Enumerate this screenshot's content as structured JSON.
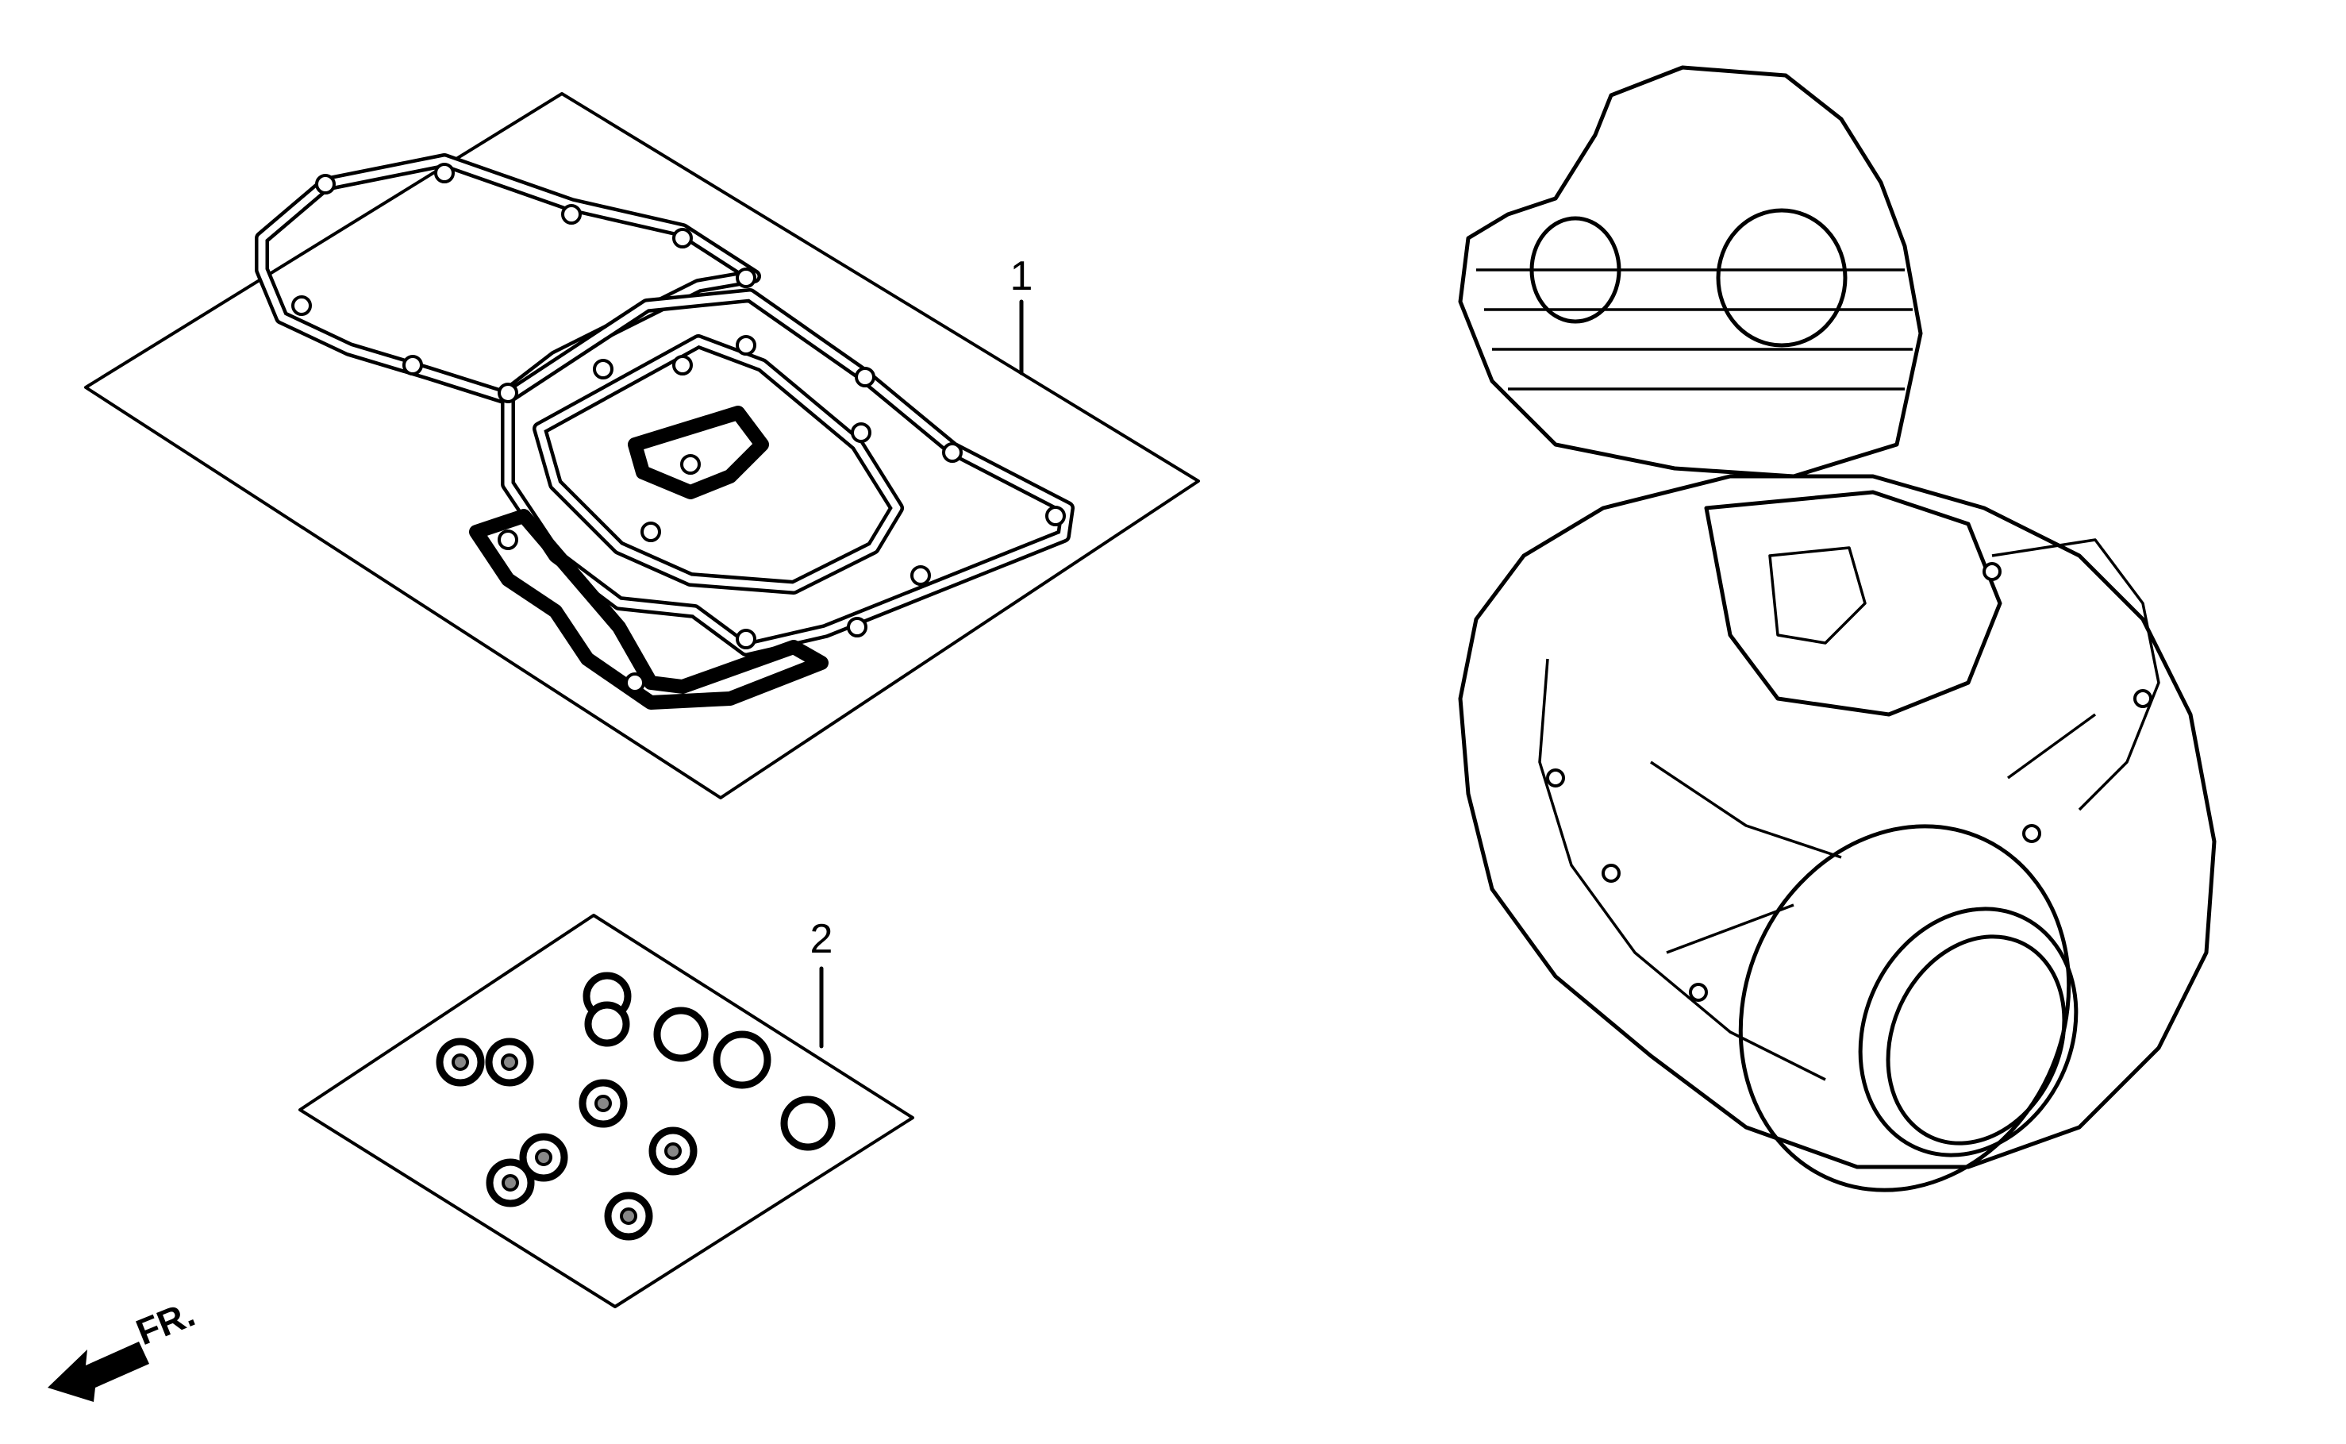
{
  "callouts": [
    {
      "label": "1",
      "part": "gasket-kit-a"
    },
    {
      "label": "2",
      "part": "gasket-kit-b"
    }
  ],
  "direction_indicator": {
    "label": "FR."
  },
  "icons": [
    "front-direction-arrow-icon"
  ],
  "colors": {
    "line": "#000000",
    "background": "#ffffff"
  }
}
